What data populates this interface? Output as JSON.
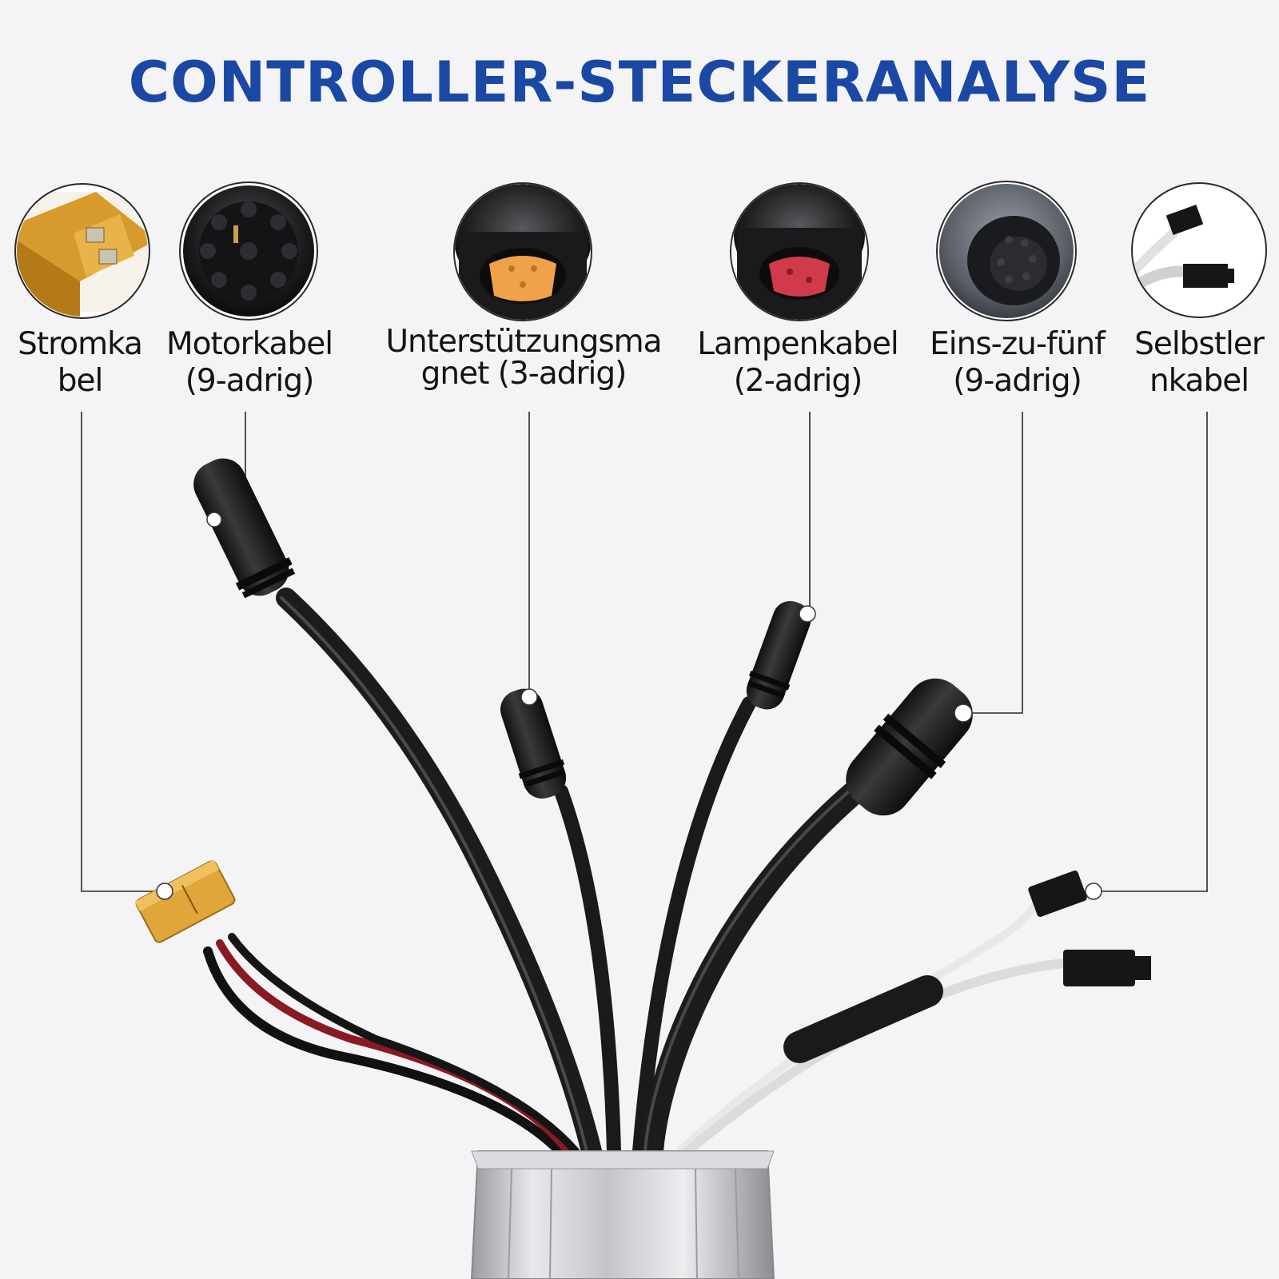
{
  "title": "CONTROLLER-STECKERANALYSE",
  "connectors": [
    {
      "id": "power",
      "label_lines": [
        "Stromka",
        "bel"
      ],
      "icon": "xt60-plug-icon",
      "color": "#d9a536"
    },
    {
      "id": "motor",
      "label_lines": [
        "Motorkabel",
        "(9-adrig)"
      ],
      "icon": "round-9pin-connector-icon",
      "color": "#2b2f36"
    },
    {
      "id": "assist",
      "label_lines": [
        "Unterstützungsma",
        "gnet (3-adrig)"
      ],
      "icon": "round-3pin-connector-icon",
      "color": "#f0a24a"
    },
    {
      "id": "lamp",
      "label_lines": [
        "Lampenkabel",
        "(2-adrig)"
      ],
      "icon": "round-2pin-connector-icon",
      "color": "#d03a4a"
    },
    {
      "id": "one-to-five",
      "label_lines": [
        "Eins-zu-fünf",
        "(9-adrig)"
      ],
      "icon": "round-9pin-gray-connector-icon",
      "color": "#6a6e78"
    },
    {
      "id": "self-learn",
      "label_lines": [
        "Selbstler",
        "nkabel"
      ],
      "icon": "two-pin-jst-plug-icon",
      "color": "#111111"
    }
  ],
  "colors": {
    "title": "#1a48a4",
    "cable": "#1c1c1c",
    "red_wire": "#8a1a22",
    "white_wire": "#e6e6e6",
    "housing": "#c8c8cc"
  }
}
